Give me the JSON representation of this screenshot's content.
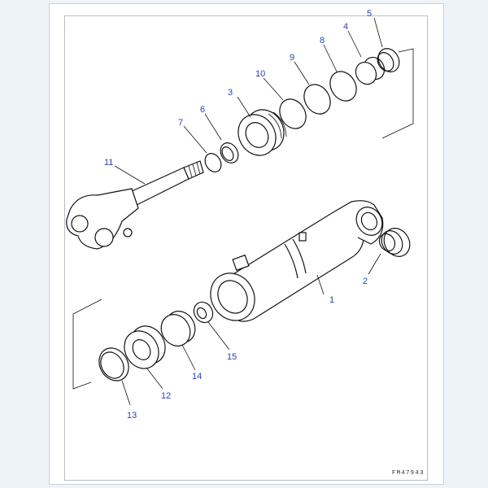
{
  "callouts": [
    {
      "id": "c1",
      "text": "1"
    },
    {
      "id": "c2",
      "text": "2"
    },
    {
      "id": "c3",
      "text": "3"
    },
    {
      "id": "c4",
      "text": "4"
    },
    {
      "id": "c5",
      "text": "5"
    },
    {
      "id": "c6",
      "text": "6"
    },
    {
      "id": "c7",
      "text": "7"
    },
    {
      "id": "c8",
      "text": "8"
    },
    {
      "id": "c9",
      "text": "9"
    },
    {
      "id": "c10",
      "text": "10"
    },
    {
      "id": "c11",
      "text": "11"
    },
    {
      "id": "c12",
      "text": "12"
    },
    {
      "id": "c13",
      "text": "13"
    },
    {
      "id": "c14",
      "text": "14"
    },
    {
      "id": "c15",
      "text": "15"
    }
  ],
  "drawing_code": "FM47943",
  "colors": {
    "callout": "#2a3fb4",
    "line": "#111111",
    "page_bg": "#eef3f8"
  }
}
